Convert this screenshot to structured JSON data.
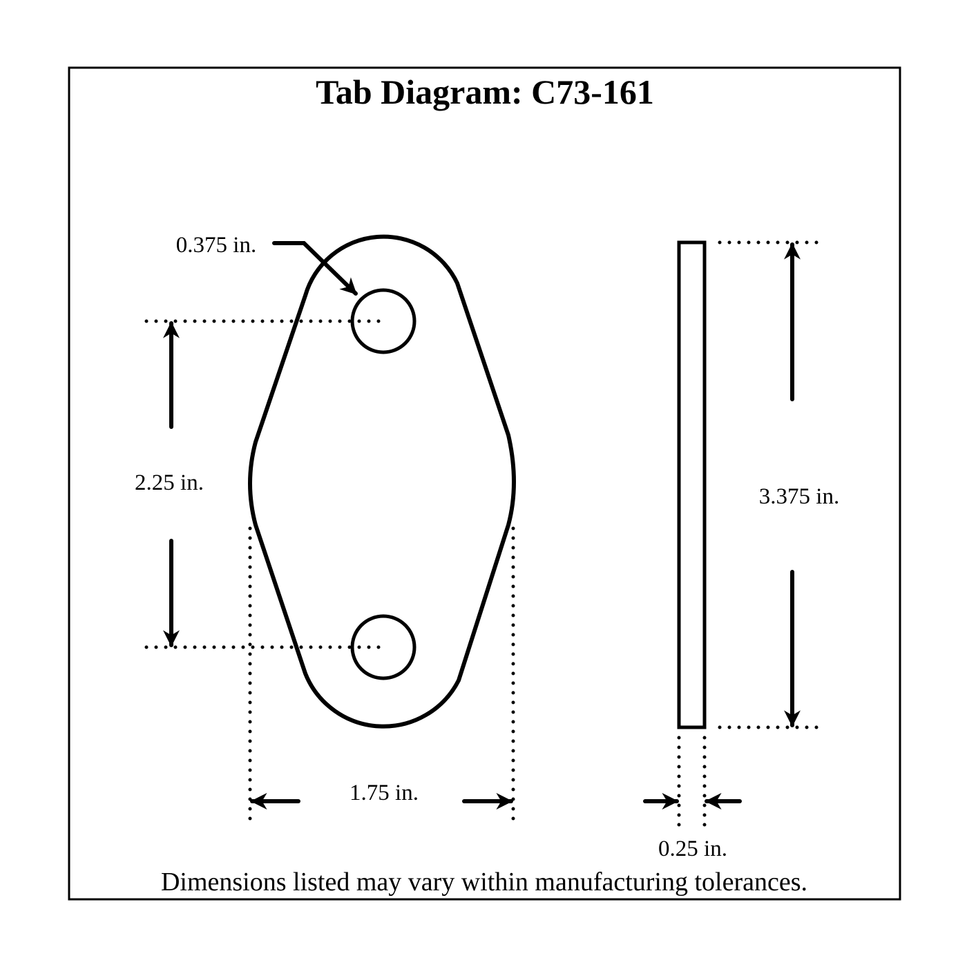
{
  "title": "Tab Diagram: C73-161",
  "dimensions": {
    "hole_diameter": "0.375 in.",
    "hole_spacing": "2.25 in.",
    "width": "1.75 in.",
    "length": "3.375 in.",
    "thickness": "0.25 in."
  },
  "footer": "Dimensions listed may vary within manufacturing tolerances.",
  "colors": {
    "stroke": "#000000",
    "background": "#ffffff"
  }
}
